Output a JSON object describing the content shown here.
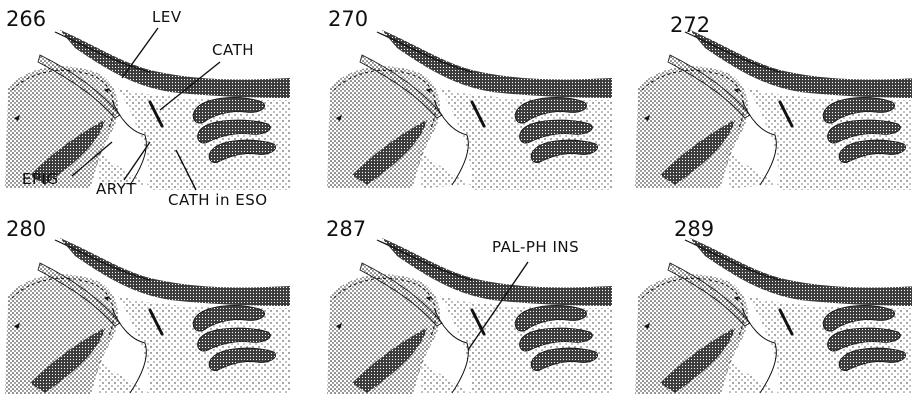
{
  "figure": {
    "panels": [
      {
        "number": "266"
      },
      {
        "number": "270"
      },
      {
        "number": "272"
      },
      {
        "number": "280"
      },
      {
        "number": "287"
      },
      {
        "number": "289"
      }
    ],
    "labels": {
      "lev": "LEV",
      "cath": "CATH",
      "epig": "EPIG",
      "aryt": "ARYT",
      "cath_in_eso": "CATH in ESO",
      "pal_ph_ins": "PAL-PH INS"
    },
    "colors": {
      "ink": "#111111",
      "paper": "#ffffff"
    }
  }
}
